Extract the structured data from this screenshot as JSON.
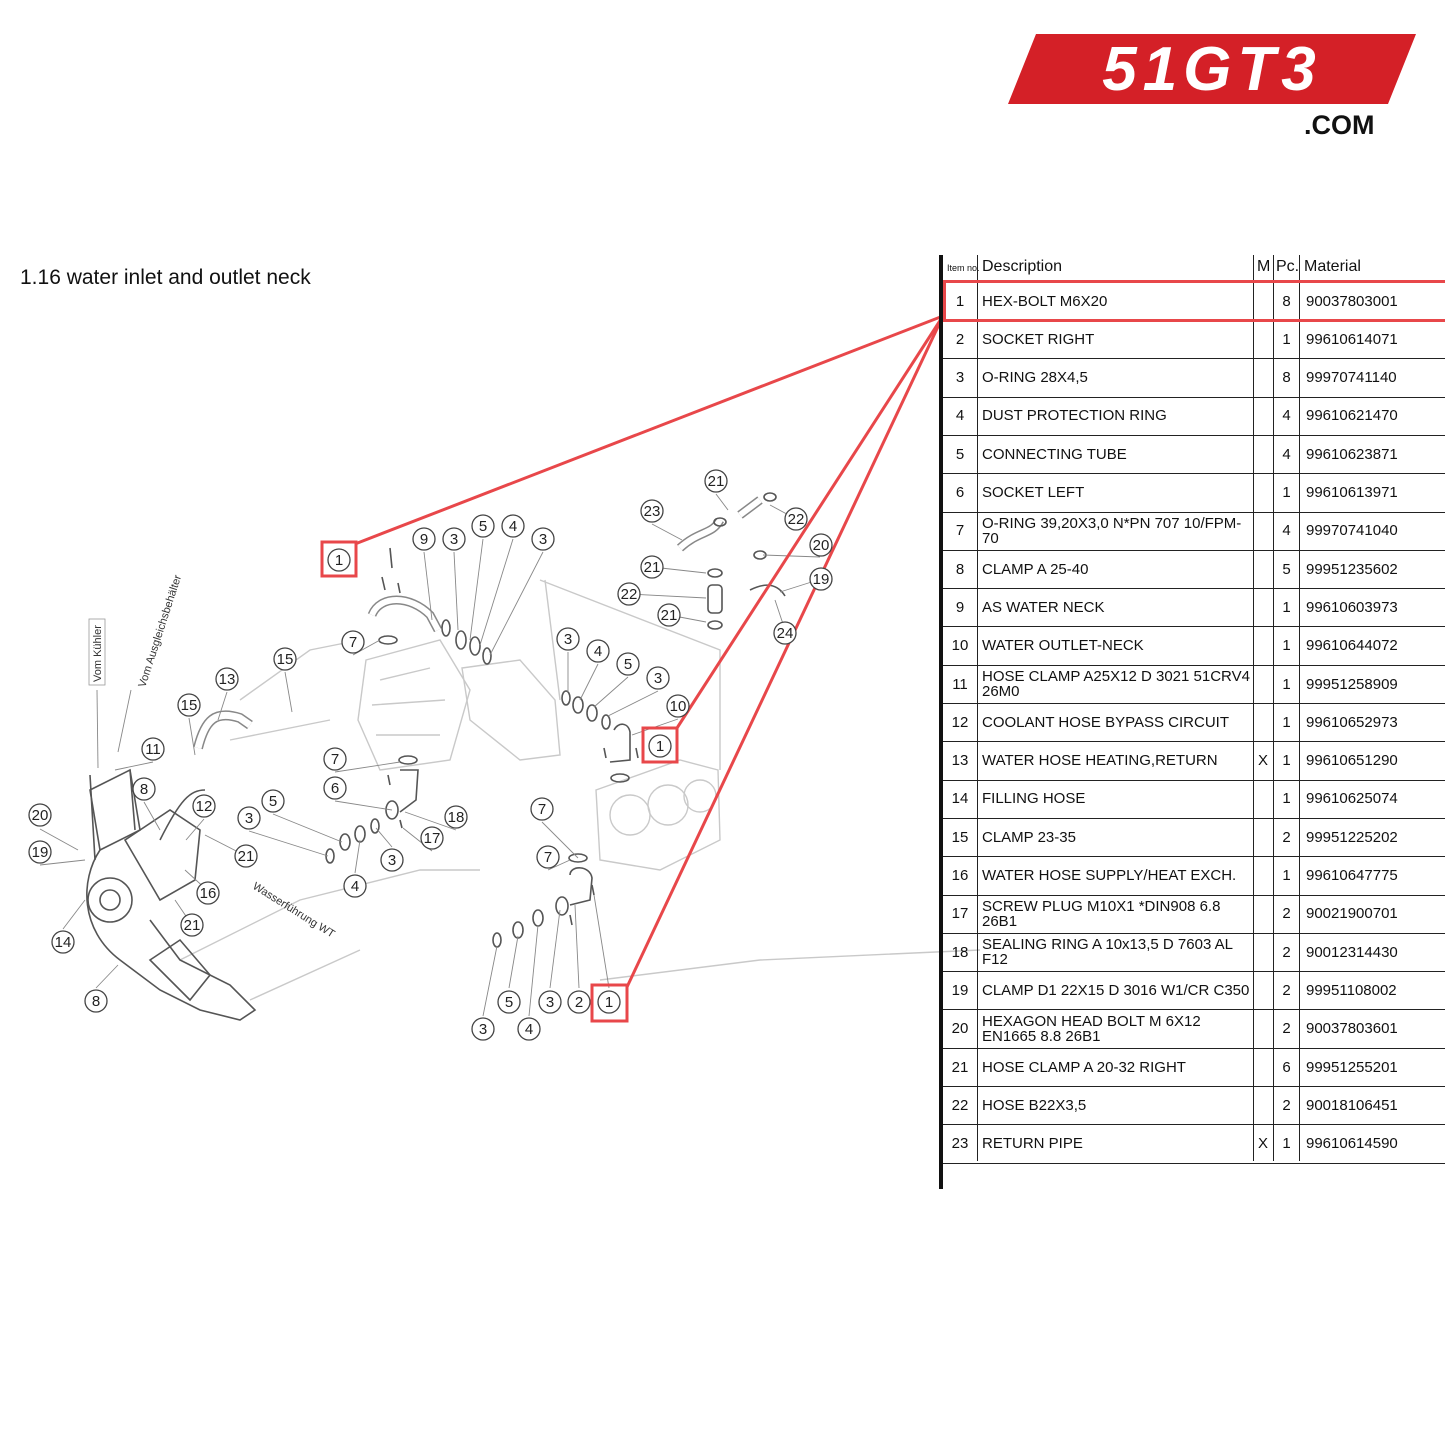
{
  "logo": {
    "text": "51GT3",
    "suffix": ".COM",
    "color": "#d42027"
  },
  "section_title": "1.16  water inlet and outlet neck",
  "accent_color": "#e8474a",
  "table": {
    "headers": {
      "item": "Item no.",
      "description": "Description",
      "m": "M",
      "pc": "Pc.",
      "material": "Material"
    },
    "rows": [
      {
        "item": "1",
        "description": "HEX-BOLT M6X20",
        "m": "",
        "pc": "8",
        "material": "90037803001",
        "highlighted": true
      },
      {
        "item": "2",
        "description": "SOCKET RIGHT",
        "m": "",
        "pc": "1",
        "material": "99610614071"
      },
      {
        "item": "3",
        "description": "O-RING 28X4,5",
        "m": "",
        "pc": "8",
        "material": "99970741140"
      },
      {
        "item": "4",
        "description": "DUST PROTECTION RING",
        "m": "",
        "pc": "4",
        "material": "99610621470"
      },
      {
        "item": "5",
        "description": "CONNECTING TUBE",
        "m": "",
        "pc": "4",
        "material": "99610623871"
      },
      {
        "item": "6",
        "description": "SOCKET LEFT",
        "m": "",
        "pc": "1",
        "material": "99610613971"
      },
      {
        "item": "7",
        "description": "O-RING 39,20X3,0 N*PN 707 10/FPM-70",
        "m": "",
        "pc": "4",
        "material": "99970741040"
      },
      {
        "item": "8",
        "description": "CLAMP A 25-40",
        "m": "",
        "pc": "5",
        "material": "99951235602"
      },
      {
        "item": "9",
        "description": "AS WATER NECK",
        "m": "",
        "pc": "1",
        "material": "99610603973"
      },
      {
        "item": "10",
        "description": "WATER OUTLET-NECK",
        "m": "",
        "pc": "1",
        "material": "99610644072"
      },
      {
        "item": "11",
        "description": "HOSE CLAMP A25X12 D 3021 51CRV4 26M0",
        "m": "",
        "pc": "1",
        "material": "99951258909"
      },
      {
        "item": "12",
        "description": "COOLANT HOSE BYPASS CIRCUIT",
        "m": "",
        "pc": "1",
        "material": "99610652973"
      },
      {
        "item": "13",
        "description": "WATER HOSE HEATING,RETURN",
        "m": "X",
        "pc": "1",
        "material": "99610651290"
      },
      {
        "item": "14",
        "description": "FILLING HOSE",
        "m": "",
        "pc": "1",
        "material": "99610625074"
      },
      {
        "item": "15",
        "description": "CLAMP 23-35",
        "m": "",
        "pc": "2",
        "material": "99951225202"
      },
      {
        "item": "16",
        "description": "WATER HOSE SUPPLY/HEAT EXCH.",
        "m": "",
        "pc": "1",
        "material": "99610647775"
      },
      {
        "item": "17",
        "description": "SCREW PLUG M10X1 *DIN908 6.8 26B1",
        "m": "",
        "pc": "2",
        "material": "90021900701"
      },
      {
        "item": "18",
        "description": "SEALING RING A 10x13,5 D 7603 AL F12",
        "m": "",
        "pc": "2",
        "material": "90012314430"
      },
      {
        "item": "19",
        "description": "CLAMP D1 22X15 D 3016 W1/CR C350",
        "m": "",
        "pc": "2",
        "material": "99951108002"
      },
      {
        "item": "20",
        "description": "HEXAGON HEAD BOLT M 6X12 EN1665 8.8 26B1",
        "m": "",
        "pc": "2",
        "material": "90037803601"
      },
      {
        "item": "21",
        "description": "HOSE CLAMP A 20-32 RIGHT",
        "m": "",
        "pc": "6",
        "material": "99951255201"
      },
      {
        "item": "22",
        "description": "HOSE B22X3,5",
        "m": "",
        "pc": "2",
        "material": "90018106451"
      },
      {
        "item": "23",
        "description": "RETURN PIPE",
        "m": "X",
        "pc": "1",
        "material": "99610614590"
      }
    ]
  },
  "diagram": {
    "callouts": [
      "1",
      "2",
      "3",
      "4",
      "5",
      "6",
      "7",
      "8",
      "9",
      "10",
      "11",
      "12",
      "13",
      "14",
      "15",
      "16",
      "17",
      "18",
      "19",
      "20",
      "21",
      "22",
      "23",
      "24"
    ],
    "rotated_labels": {
      "vom_kuehler": "Vom Kühler",
      "vom_ausgleich": "Vom Ausgleichsbehälter",
      "wasserfuehrung": "Wasserführung WT"
    }
  }
}
